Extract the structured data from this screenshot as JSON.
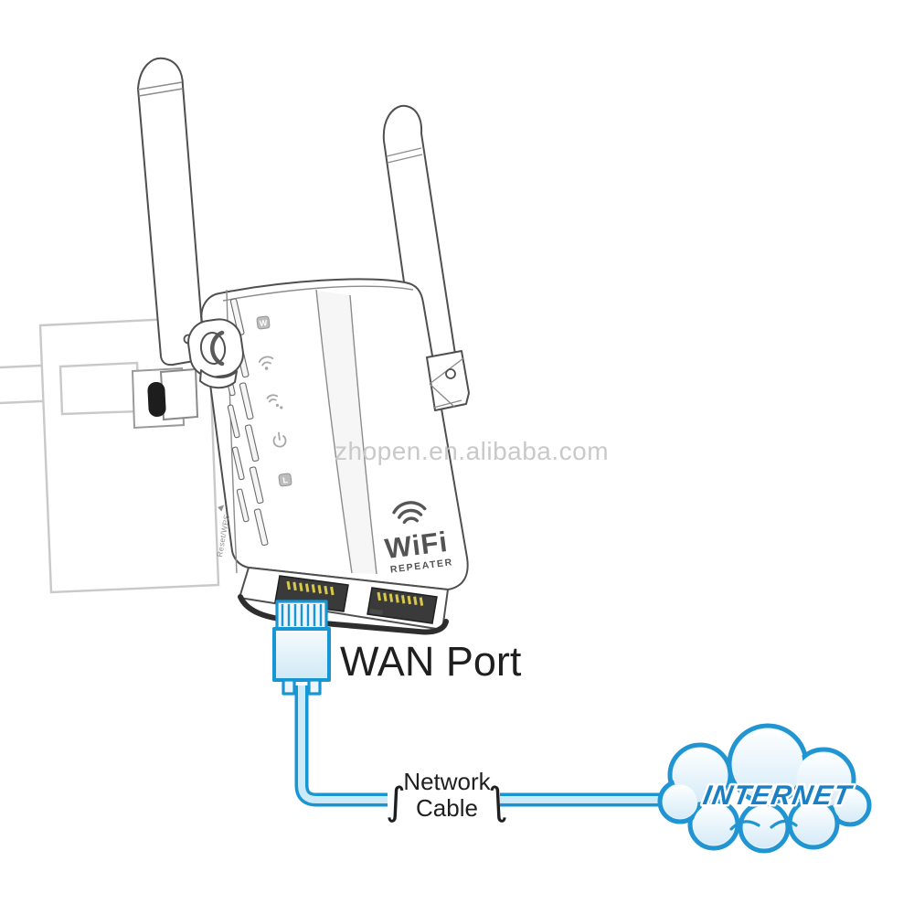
{
  "figure": {
    "watermark": "zhopen.en.alibaba.com",
    "device": {
      "logo_wifi": "WiFi",
      "logo_repeater": "REPEATER",
      "led_wps": "W",
      "led_lan": "L",
      "side_label": "Reset/WPS"
    },
    "annotations": {
      "wan_port": "WAN Port",
      "network_cable_line1": "Network",
      "network_cable_line2": "Cable",
      "brace_left": "∫",
      "brace_right": "∫",
      "internet": "INTERNET"
    },
    "colors": {
      "line_art": "#4f4f4f",
      "wall_gray": "#c9c9c9",
      "cable_blue": "#1796d3",
      "cable_fill": "#cdeaf8",
      "cloud_outline": "#2095d2",
      "cloud_fill": "#e9f4fb",
      "internet_blue": "#1b7fc4",
      "label_black": "#1f1f1f",
      "watermark_gray": "#c9c9c9",
      "pin_gold": "#d8c84a"
    }
  }
}
